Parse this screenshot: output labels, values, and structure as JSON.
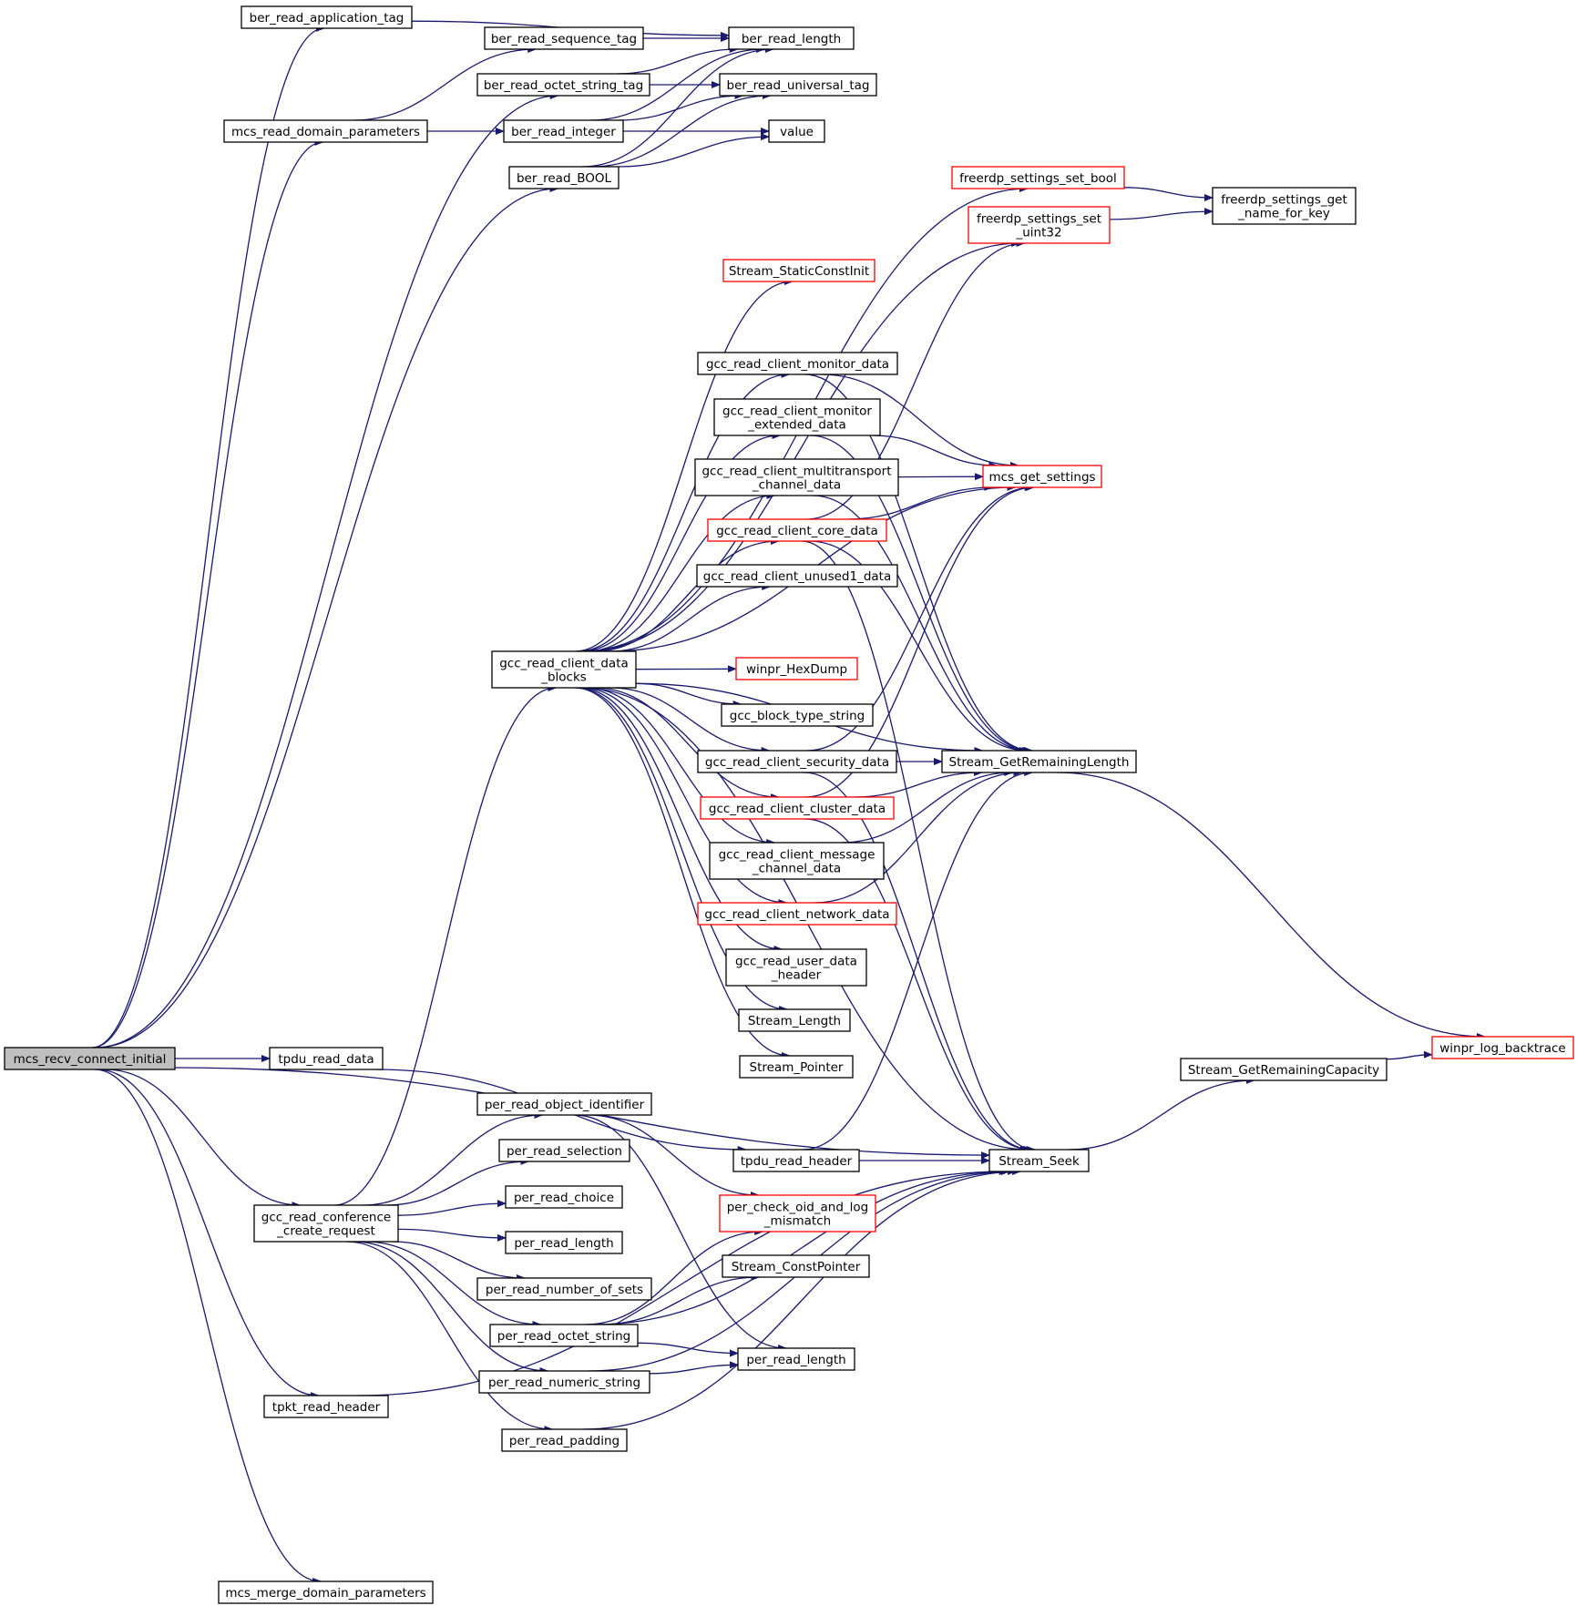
{
  "colors": {
    "edge": "#191970",
    "border": "#000000",
    "border_red": "#ff0000",
    "root_fill": "#bfbfbf",
    "background": "#ffffff"
  },
  "nodes": {
    "mcs_recv_connect_initial": {
      "lines": [
        "mcs_recv_connect_initial"
      ],
      "style": "root"
    },
    "ber_read_application_tag": {
      "lines": [
        "ber_read_application_tag"
      ]
    },
    "ber_read_length": {
      "lines": [
        "ber_read_length"
      ]
    },
    "ber_read_sequence_tag": {
      "lines": [
        "ber_read_sequence_tag"
      ]
    },
    "ber_read_octet_string_tag": {
      "lines": [
        "ber_read_octet_string_tag"
      ]
    },
    "ber_read_universal_tag": {
      "lines": [
        "ber_read_universal_tag"
      ]
    },
    "mcs_read_domain_parameters": {
      "lines": [
        "mcs_read_domain_parameters"
      ]
    },
    "ber_read_integer": {
      "lines": [
        "ber_read_integer"
      ]
    },
    "value": {
      "lines": [
        "value"
      ]
    },
    "ber_read_BOOL": {
      "lines": [
        "ber_read_BOOL"
      ]
    },
    "freerdp_settings_set_bool": {
      "lines": [
        "freerdp_settings_set_bool"
      ],
      "style": "red"
    },
    "freerdp_settings_get_name_for_key": {
      "lines": [
        "freerdp_settings_get",
        "_name_for_key"
      ]
    },
    "freerdp_settings_set_uint32": {
      "lines": [
        "freerdp_settings_set",
        "_uint32"
      ],
      "style": "red"
    },
    "Stream_StaticConstInit": {
      "lines": [
        "Stream_StaticConstInit"
      ],
      "style": "red"
    },
    "gcc_read_client_monitor_data": {
      "lines": [
        "gcc_read_client_monitor_data"
      ]
    },
    "gcc_read_client_monitor_extended_data": {
      "lines": [
        "gcc_read_client_monitor",
        "_extended_data"
      ]
    },
    "gcc_read_client_multitransport_channel_data": {
      "lines": [
        "gcc_read_client_multitransport",
        "_channel_data"
      ]
    },
    "mcs_get_settings": {
      "lines": [
        "mcs_get_settings"
      ],
      "style": "red"
    },
    "gcc_read_client_core_data": {
      "lines": [
        "gcc_read_client_core_data"
      ],
      "style": "red"
    },
    "gcc_read_client_unused1_data": {
      "lines": [
        "gcc_read_client_unused1_data"
      ]
    },
    "gcc_read_client_data_blocks": {
      "lines": [
        "gcc_read_client_data",
        "_blocks"
      ]
    },
    "winpr_HexDump": {
      "lines": [
        "winpr_HexDump"
      ],
      "style": "red"
    },
    "gcc_block_type_string": {
      "lines": [
        "gcc_block_type_string"
      ]
    },
    "gcc_read_client_security_data": {
      "lines": [
        "gcc_read_client_security_data"
      ]
    },
    "Stream_GetRemainingLength": {
      "lines": [
        "Stream_GetRemainingLength"
      ]
    },
    "gcc_read_client_cluster_data": {
      "lines": [
        "gcc_read_client_cluster_data"
      ],
      "style": "red"
    },
    "gcc_read_client_message_channel_data": {
      "lines": [
        "gcc_read_client_message",
        "_channel_data"
      ]
    },
    "gcc_read_client_network_data": {
      "lines": [
        "gcc_read_client_network_data"
      ],
      "style": "red"
    },
    "gcc_read_user_data_header": {
      "lines": [
        "gcc_read_user_data",
        "_header"
      ]
    },
    "Stream_Length": {
      "lines": [
        "Stream_Length"
      ]
    },
    "Stream_Pointer": {
      "lines": [
        "Stream_Pointer"
      ]
    },
    "tpdu_read_data": {
      "lines": [
        "tpdu_read_data"
      ]
    },
    "winpr_log_backtrace": {
      "lines": [
        "winpr_log_backtrace"
      ],
      "style": "red"
    },
    "Stream_GetRemainingCapacity": {
      "lines": [
        "Stream_GetRemainingCapacity"
      ]
    },
    "per_read_object_identifier": {
      "lines": [
        "per_read_object_identifier"
      ]
    },
    "tpdu_read_header": {
      "lines": [
        "tpdu_read_header"
      ]
    },
    "Stream_Seek": {
      "lines": [
        "Stream_Seek"
      ]
    },
    "per_read_selection": {
      "lines": [
        "per_read_selection"
      ]
    },
    "per_read_choice": {
      "lines": [
        "per_read_choice"
      ]
    },
    "gcc_read_conference_create_request": {
      "lines": [
        "gcc_read_conference",
        "_create_request"
      ]
    },
    "per_check_oid_and_log_mismatch": {
      "lines": [
        "per_check_oid_and_log",
        "_mismatch"
      ],
      "style": "red"
    },
    "per_read_length_a": {
      "lines": [
        "per_read_length"
      ]
    },
    "per_read_number_of_sets": {
      "lines": [
        "per_read_number_of_sets"
      ]
    },
    "Stream_ConstPointer": {
      "lines": [
        "Stream_ConstPointer"
      ]
    },
    "per_read_octet_string": {
      "lines": [
        "per_read_octet_string"
      ]
    },
    "per_read_length_b": {
      "lines": [
        "per_read_length"
      ]
    },
    "per_read_numeric_string": {
      "lines": [
        "per_read_numeric_string"
      ]
    },
    "tpkt_read_header": {
      "lines": [
        "tpkt_read_header"
      ]
    },
    "per_read_padding": {
      "lines": [
        "per_read_padding"
      ]
    },
    "mcs_merge_domain_parameters": {
      "lines": [
        "mcs_merge_domain_parameters"
      ]
    }
  },
  "edges": [
    [
      "mcs_recv_connect_initial",
      "ber_read_application_tag"
    ],
    [
      "mcs_recv_connect_initial",
      "ber_read_octet_string_tag"
    ],
    [
      "mcs_recv_connect_initial",
      "mcs_read_domain_parameters"
    ],
    [
      "mcs_recv_connect_initial",
      "ber_read_BOOL"
    ],
    [
      "mcs_recv_connect_initial",
      "tpdu_read_data"
    ],
    [
      "mcs_recv_connect_initial",
      "gcc_read_conference_create_request"
    ],
    [
      "mcs_recv_connect_initial",
      "tpkt_read_header"
    ],
    [
      "mcs_recv_connect_initial",
      "Stream_Seek"
    ],
    [
      "mcs_recv_connect_initial",
      "mcs_merge_domain_parameters"
    ],
    [
      "ber_read_application_tag",
      "ber_read_length"
    ],
    [
      "ber_read_sequence_tag",
      "ber_read_length"
    ],
    [
      "ber_read_octet_string_tag",
      "ber_read_length"
    ],
    [
      "ber_read_octet_string_tag",
      "ber_read_universal_tag"
    ],
    [
      "mcs_read_domain_parameters",
      "ber_read_sequence_tag"
    ],
    [
      "mcs_read_domain_parameters",
      "ber_read_integer"
    ],
    [
      "ber_read_integer",
      "ber_read_length"
    ],
    [
      "ber_read_integer",
      "ber_read_universal_tag"
    ],
    [
      "ber_read_integer",
      "value"
    ],
    [
      "ber_read_BOOL",
      "ber_read_length"
    ],
    [
      "ber_read_BOOL",
      "ber_read_universal_tag"
    ],
    [
      "ber_read_BOOL",
      "value"
    ],
    [
      "freerdp_settings_set_bool",
      "freerdp_settings_get_name_for_key"
    ],
    [
      "freerdp_settings_set_uint32",
      "freerdp_settings_get_name_for_key"
    ],
    [
      "gcc_read_client_data_blocks",
      "freerdp_settings_set_bool"
    ],
    [
      "gcc_read_client_data_blocks",
      "freerdp_settings_set_uint32"
    ],
    [
      "gcc_read_client_data_blocks",
      "Stream_StaticConstInit"
    ],
    [
      "gcc_read_client_data_blocks",
      "mcs_get_settings"
    ],
    [
      "gcc_read_client_data_blocks",
      "gcc_read_client_monitor_data"
    ],
    [
      "gcc_read_client_data_blocks",
      "gcc_read_client_monitor_extended_data"
    ],
    [
      "gcc_read_client_data_blocks",
      "gcc_read_client_multitransport_channel_data"
    ],
    [
      "gcc_read_client_data_blocks",
      "gcc_read_client_core_data"
    ],
    [
      "gcc_read_client_data_blocks",
      "gcc_read_client_unused1_data"
    ],
    [
      "gcc_read_client_data_blocks",
      "Stream_GetRemainingLength"
    ],
    [
      "gcc_read_client_data_blocks",
      "winpr_HexDump"
    ],
    [
      "gcc_read_client_data_blocks",
      "gcc_block_type_string"
    ],
    [
      "gcc_read_client_data_blocks",
      "gcc_read_client_security_data"
    ],
    [
      "gcc_read_client_data_blocks",
      "gcc_read_client_cluster_data"
    ],
    [
      "gcc_read_client_data_blocks",
      "gcc_read_client_message_channel_data"
    ],
    [
      "gcc_read_client_data_blocks",
      "gcc_read_client_network_data"
    ],
    [
      "gcc_read_client_data_blocks",
      "gcc_read_user_data_header"
    ],
    [
      "gcc_read_client_data_blocks",
      "Stream_Length"
    ],
    [
      "gcc_read_client_data_blocks",
      "Stream_Pointer"
    ],
    [
      "gcc_read_client_data_blocks",
      "Stream_Seek"
    ],
    [
      "gcc_read_client_monitor_data",
      "mcs_get_settings"
    ],
    [
      "gcc_read_client_monitor_data",
      "Stream_GetRemainingLength"
    ],
    [
      "gcc_read_client_monitor_extended_data",
      "mcs_get_settings"
    ],
    [
      "gcc_read_client_monitor_extended_data",
      "Stream_GetRemainingLength"
    ],
    [
      "gcc_read_client_multitransport_channel_data",
      "mcs_get_settings"
    ],
    [
      "gcc_read_client_multitransport_channel_data",
      "Stream_GetRemainingLength"
    ],
    [
      "gcc_read_client_core_data",
      "mcs_get_settings"
    ],
    [
      "gcc_read_client_core_data",
      "freerdp_settings_set_uint32"
    ],
    [
      "gcc_read_client_core_data",
      "Stream_GetRemainingLength"
    ],
    [
      "gcc_read_client_core_data",
      "Stream_Seek"
    ],
    [
      "gcc_read_client_security_data",
      "Stream_GetRemainingLength"
    ],
    [
      "gcc_read_client_security_data",
      "mcs_get_settings"
    ],
    [
      "gcc_read_client_security_data",
      "Stream_Seek"
    ],
    [
      "gcc_read_client_cluster_data",
      "Stream_GetRemainingLength"
    ],
    [
      "gcc_read_client_cluster_data",
      "mcs_get_settings"
    ],
    [
      "gcc_read_client_cluster_data",
      "Stream_Seek"
    ],
    [
      "gcc_read_client_message_channel_data",
      "Stream_GetRemainingLength"
    ],
    [
      "gcc_read_client_network_data",
      "Stream_GetRemainingLength"
    ],
    [
      "Stream_GetRemainingLength",
      "winpr_log_backtrace"
    ],
    [
      "Stream_GetRemainingCapacity",
      "winpr_log_backtrace"
    ],
    [
      "Stream_Seek",
      "Stream_GetRemainingCapacity"
    ],
    [
      "tpdu_read_data",
      "tpdu_read_header"
    ],
    [
      "tpdu_read_header",
      "Stream_Seek"
    ],
    [
      "tpdu_read_header",
      "Stream_GetRemainingLength"
    ],
    [
      "gcc_read_conference_create_request",
      "gcc_read_client_data_blocks"
    ],
    [
      "gcc_read_conference_create_request",
      "per_read_object_identifier"
    ],
    [
      "gcc_read_conference_create_request",
      "per_read_selection"
    ],
    [
      "gcc_read_conference_create_request",
      "per_read_choice"
    ],
    [
      "gcc_read_conference_create_request",
      "per_read_length_a"
    ],
    [
      "gcc_read_conference_create_request",
      "per_read_number_of_sets"
    ],
    [
      "gcc_read_conference_create_request",
      "per_read_octet_string"
    ],
    [
      "gcc_read_conference_create_request",
      "per_read_numeric_string"
    ],
    [
      "gcc_read_conference_create_request",
      "per_read_padding"
    ],
    [
      "per_read_object_identifier",
      "per_check_oid_and_log_mismatch"
    ],
    [
      "per_read_object_identifier",
      "per_read_length_b"
    ],
    [
      "per_read_octet_string",
      "per_check_oid_and_log_mismatch"
    ],
    [
      "per_read_octet_string",
      "Stream_ConstPointer"
    ],
    [
      "per_read_octet_string",
      "per_read_length_b"
    ],
    [
      "per_read_octet_string",
      "Stream_Seek"
    ],
    [
      "per_read_numeric_string",
      "per_read_length_b"
    ],
    [
      "per_read_numeric_string",
      "Stream_Seek"
    ],
    [
      "per_read_padding",
      "Stream_Seek"
    ],
    [
      "tpkt_read_header",
      "Stream_Seek"
    ]
  ]
}
